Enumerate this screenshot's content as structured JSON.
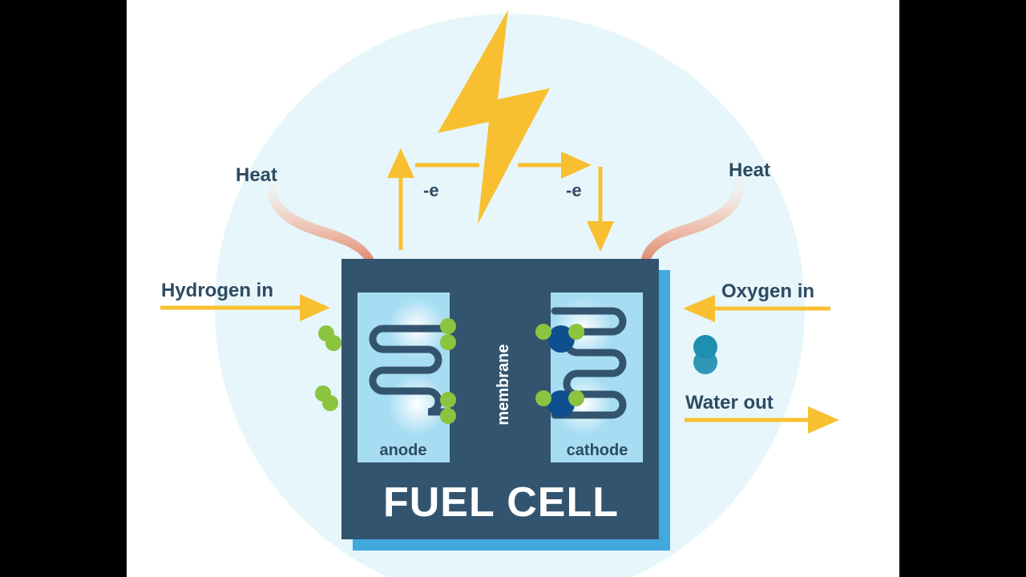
{
  "labels": {
    "heat_left": "Heat",
    "heat_right": "Heat",
    "electron_left": "-e",
    "electron_right": "-e",
    "hydrogen_in": "Hydrogen in",
    "oxygen_in": "Oxygen in",
    "water_out": "Water out",
    "anode": "anode",
    "cathode": "cathode",
    "membrane": "membrane",
    "title": "FUEL CELL"
  },
  "colors": {
    "side_bars": "#000000",
    "canvas": "#ffffff",
    "halo": "#e6f6fa",
    "cell_body": "#33546f",
    "cell_shadow": "#41a9de",
    "electrode": "#a7ddf3",
    "channel": "#33546f",
    "arrow": "#f8c031",
    "text_dark": "#2f4a63",
    "text_light": "#ffffff",
    "hydrogen": "#8bc43f",
    "oxygen": "#0e4f8f",
    "water": "#1f8fb0",
    "heat": "#e08a70"
  }
}
